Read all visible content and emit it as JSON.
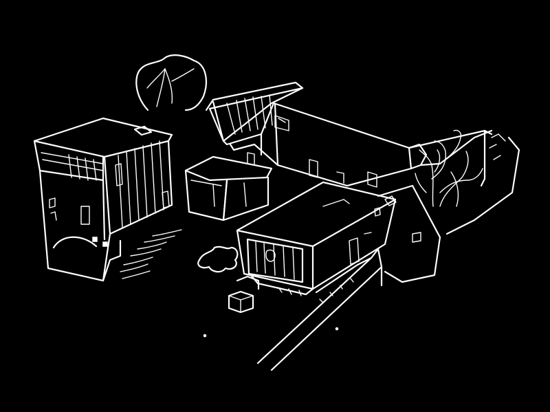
{
  "image": {
    "kind": "architectural-sketch",
    "style": "white line drawing on black background",
    "colors": {
      "background": "#000000",
      "line": "#ffffff"
    }
  },
  "scene": {
    "elements": [
      "two-storey-block-left",
      "central-courtyard-box",
      "cantilevered-box-with-glazed-end",
      "long-roof-range-back",
      "leafless-tree-right",
      "tree-canopy-back",
      "boundary-wall-front",
      "steps-left",
      "shrub-courtyard"
    ]
  }
}
